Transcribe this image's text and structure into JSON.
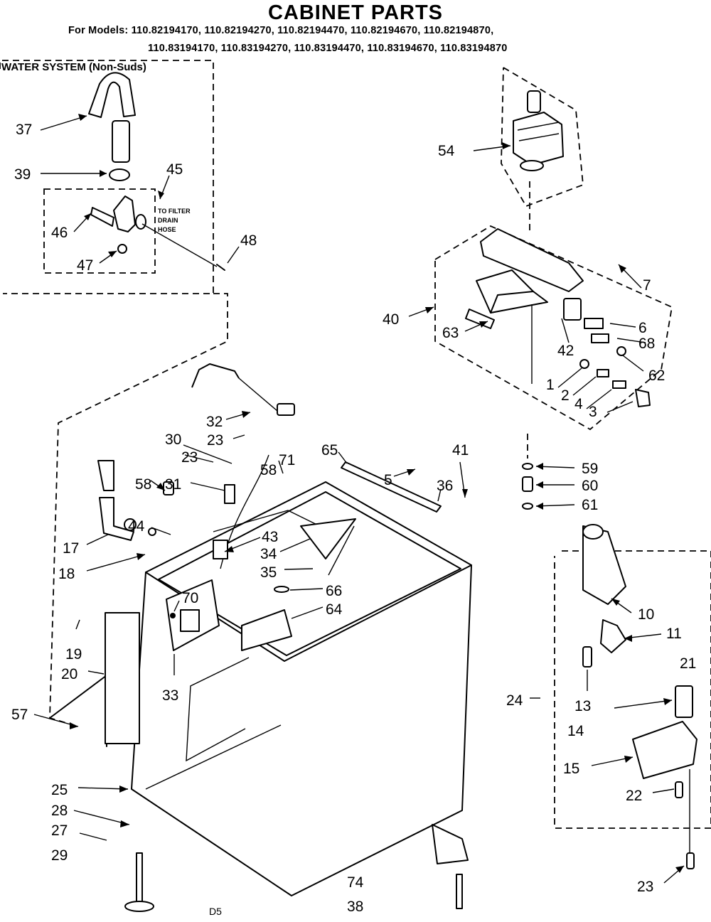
{
  "title": "CABINET PARTS",
  "models_line1": "For Models: 110.82194170, 110.82194270, 110.82194470, 110.82194670, 110.82194870,",
  "models_line2": "110.83194170, 110.83194270, 110.83194470, 110.83194670, 110.83194870",
  "water_system_label": "WATER SYSTEM (Non-Suds)",
  "filter_note": [
    "TO FILTER",
    "DRAIN",
    "HOSE"
  ],
  "callouts": [
    "1",
    "2",
    "3",
    "4",
    "5",
    "6",
    "7",
    "10",
    "11",
    "13",
    "14",
    "15",
    "17",
    "18",
    "19",
    "20",
    "21",
    "22",
    "23",
    "23",
    "23",
    "24",
    "25",
    "27",
    "28",
    "29",
    "30",
    "31",
    "32",
    "33",
    "34",
    "35",
    "36",
    "37",
    "38",
    "39",
    "40",
    "41",
    "42",
    "43",
    "44",
    "45",
    "46",
    "47",
    "48",
    "54",
    "57",
    "58",
    "58",
    "59",
    "60",
    "61",
    "62",
    "63",
    "64",
    "65",
    "66",
    "68",
    "70",
    "71",
    "74"
  ],
  "footer_code": "D5"
}
